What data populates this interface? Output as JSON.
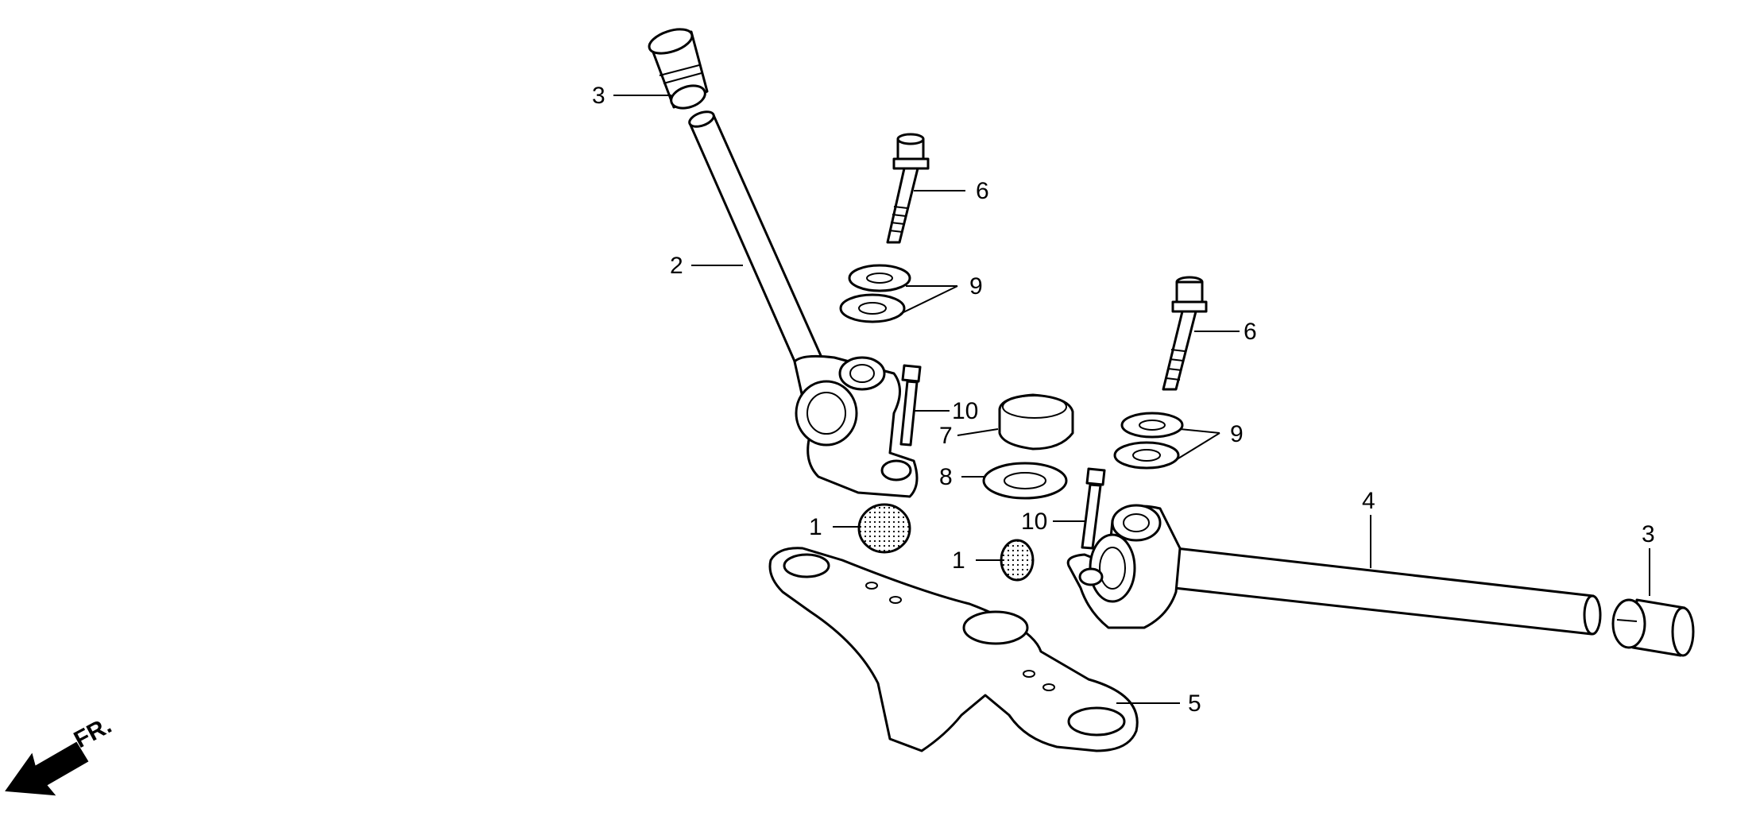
{
  "callouts": {
    "c1a": "1",
    "c1b": "1",
    "c2": "2",
    "c3a": "3",
    "c3b": "3",
    "c4": "4",
    "c5": "5",
    "c6a": "6",
    "c6b": "6",
    "c7": "7",
    "c8": "8",
    "c9a": "9",
    "c9b": "9",
    "c10a": "10",
    "c10b": "10"
  },
  "direction": {
    "label": "FR.",
    "icon": "front-arrow-icon"
  }
}
